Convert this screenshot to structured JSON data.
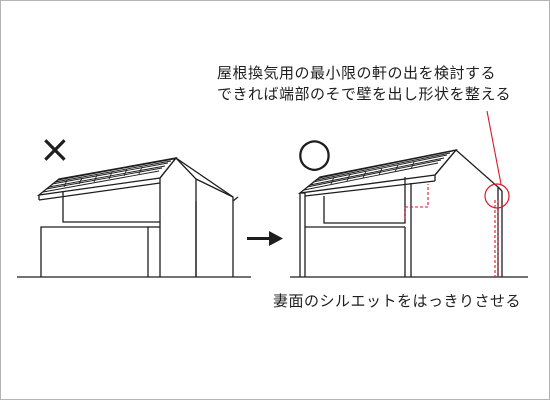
{
  "annotations": {
    "improvement_line1": "屋根換気用の最小限の軒の出を検討する",
    "improvement_line2": "できれば端部のそで壁を出し形状を整える",
    "silhouette_note": "妻面のシルエットをはっきりさせる"
  },
  "marks": {
    "bad": "×",
    "good": "○"
  },
  "colors": {
    "line": "#1e1e1e",
    "accent": "#d7192a",
    "frame": "#b4b4b4"
  }
}
